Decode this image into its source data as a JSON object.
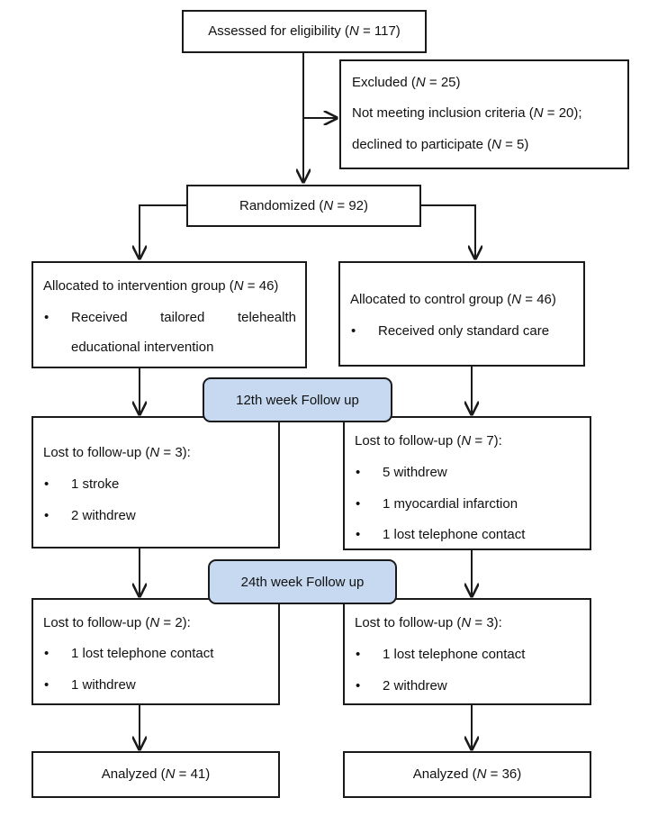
{
  "assessed": {
    "label": "Assessed for eligibility (",
    "n_label": "N",
    "value": " = 117)"
  },
  "excluded": {
    "line1": {
      "pre": "Excluded (",
      "n": "N",
      "post": " = 25)"
    },
    "line2": {
      "pre": "Not meeting inclusion criteria (",
      "n": "N",
      "post": " = 20);"
    },
    "line3": {
      "pre": "declined to participate (",
      "n": "N",
      "post": " = 5)"
    }
  },
  "randomized": {
    "pre": "Randomized (",
    "n": "N",
    "post": " = 92)"
  },
  "intervention": {
    "title": {
      "pre": "Allocated to intervention group (",
      "n": "N",
      "post": " = 46)"
    },
    "bullet": "•",
    "item_words": [
      "Received",
      "tailored",
      "telehealth"
    ],
    "item_line2": "educational intervention"
  },
  "control": {
    "title": {
      "pre": "Allocated to control group (",
      "n": "N",
      "post": " = 46)"
    },
    "bullet": "•",
    "item": "Received only standard care"
  },
  "followup12": {
    "label": "12th week Follow up"
  },
  "followup24": {
    "label": "24th week Follow up"
  },
  "lost12_left": {
    "title": {
      "pre": "Lost to follow-up (",
      "n": "N",
      "post": " = 3):"
    },
    "items": [
      "1 stroke",
      "2 withdrew"
    ]
  },
  "lost12_right": {
    "title": {
      "pre": "Lost to follow-up (",
      "n": "N",
      "post": " = 7):"
    },
    "items": [
      "5 withdrew",
      "1 myocardial infarction",
      "1 lost telephone contact"
    ]
  },
  "lost24_left": {
    "title": {
      "pre": "Lost to follow-up (",
      "n": "N",
      "post": " = 2):"
    },
    "items": [
      "1 lost telephone contact",
      "1 withdrew"
    ]
  },
  "lost24_right": {
    "title": {
      "pre": "Lost to follow-up (",
      "n": "N",
      "post": " = 3):"
    },
    "items": [
      "1 lost telephone contact",
      "2 withdrew"
    ]
  },
  "analyzed_left": {
    "pre": "Analyzed (",
    "n": "N",
    "post": " = 41)"
  },
  "analyzed_right": {
    "pre": "Analyzed (",
    "n": "N",
    "post": " = 36)"
  },
  "colors": {
    "pill_fill": "#c6d9f1",
    "line": "#1a1a1a"
  }
}
